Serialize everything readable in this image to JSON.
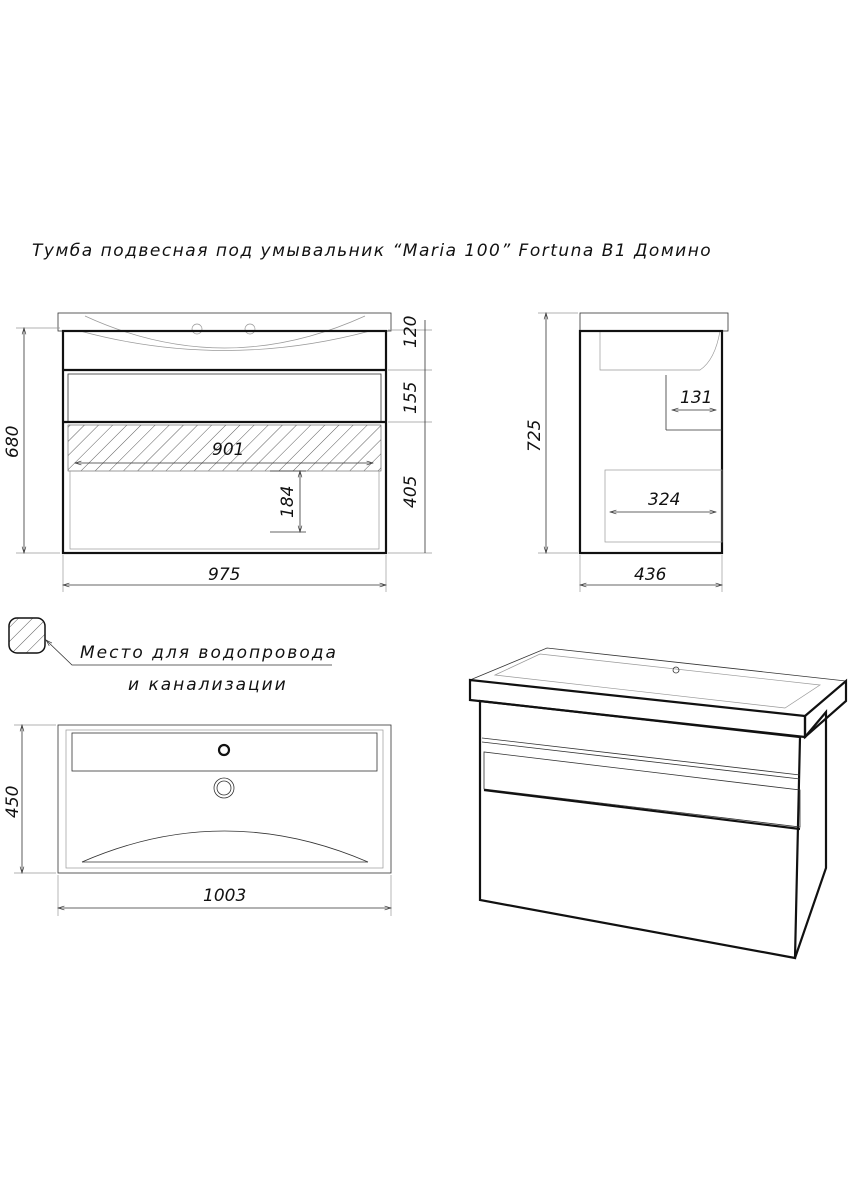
{
  "title": "Тумба подвесная под умывальник “Maria 100” Fortuna B1 Домино",
  "front_view": {
    "dims": {
      "height_total": "680",
      "top_section": "120",
      "middle_section": "155",
      "bottom_section": "405",
      "width": "975",
      "inner_width": "901",
      "inner_height": "184"
    }
  },
  "side_view": {
    "dims": {
      "height_total": "725",
      "depth": "436",
      "shelf_depth": "131",
      "drawer_depth": "324"
    }
  },
  "legend": {
    "line1": "Место для водопровода",
    "line2": "и канализации"
  },
  "top_view": {
    "dims": {
      "depth": "450",
      "width": "1003"
    }
  }
}
